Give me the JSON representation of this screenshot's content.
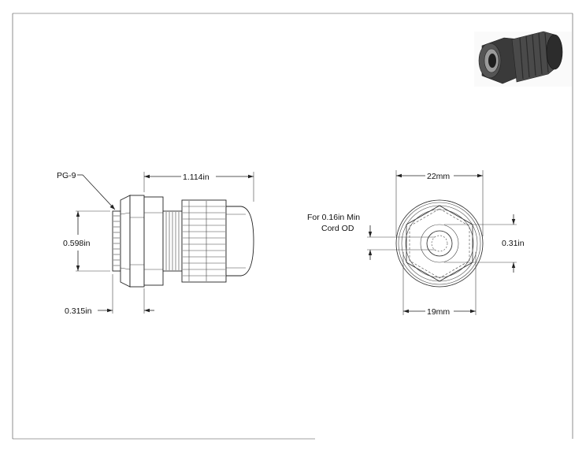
{
  "dimensions": {
    "thread_label": "PG-9",
    "overall_length": "1.114in",
    "thread_diameter": "0.598in",
    "thread_length": "0.315in",
    "outer_diameter": "22mm",
    "hex_width": "19mm",
    "min_cord_note_line1": "For 0.16in Min",
    "min_cord_note_line2": "Cord OD",
    "max_cord_od": "0.31in"
  }
}
